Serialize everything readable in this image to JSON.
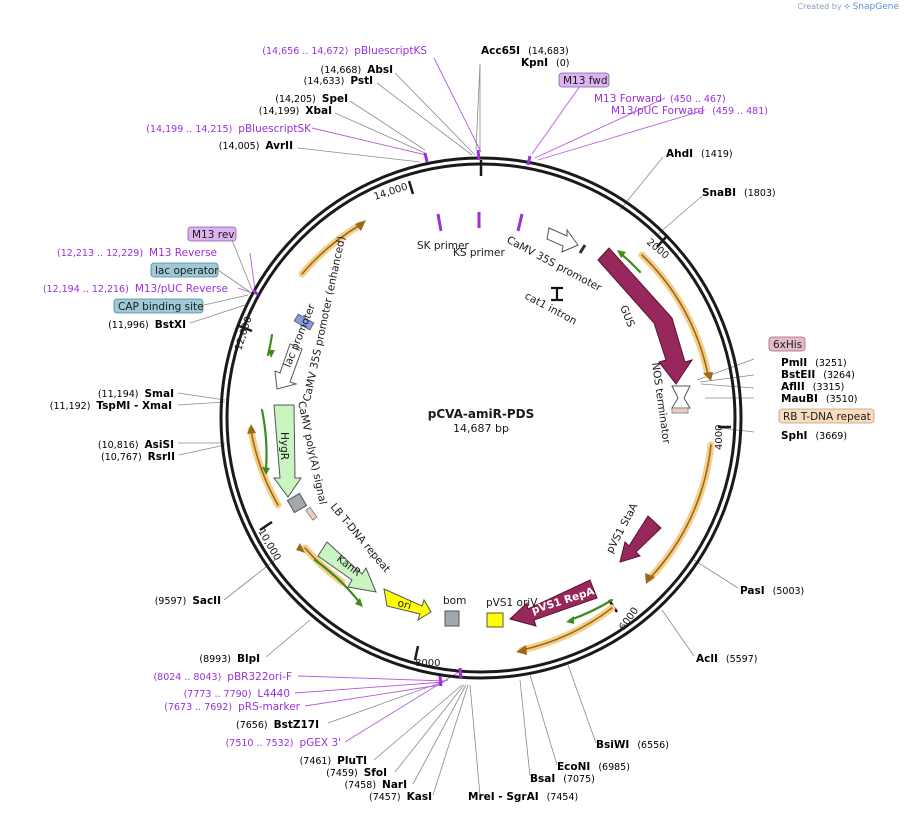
{
  "credit": {
    "prefix": "Created by",
    "brand": "SnapGene"
  },
  "plasmid": {
    "name": "pCVA-amiR-PDS",
    "length_label": "14,687 bp"
  },
  "ticks": [
    "2000",
    "4000",
    "6000",
    "8000",
    "10,000",
    "12,000",
    "14,000"
  ],
  "enzymes": [
    {
      "name": "Acc65I",
      "pos": "(14,683)"
    },
    {
      "name": "KpnI",
      "pos": "(0)"
    },
    {
      "name": "AbsI",
      "pos": "(14,668)"
    },
    {
      "name": "PstI",
      "pos": "(14,633)"
    },
    {
      "name": "SpeI",
      "pos": "(14,205)"
    },
    {
      "name": "XbaI",
      "pos": "(14,199)"
    },
    {
      "name": "AvrII",
      "pos": "(14,005)"
    },
    {
      "name": "AhdI",
      "pos": "(1419)"
    },
    {
      "name": "SnaBI",
      "pos": "(1803)"
    },
    {
      "name": "PmlI",
      "pos": "(3251)"
    },
    {
      "name": "BstEII",
      "pos": "(3264)"
    },
    {
      "name": "AflII",
      "pos": "(3315)"
    },
    {
      "name": "MauBI",
      "pos": "(3510)"
    },
    {
      "name": "SphI",
      "pos": "(3669)"
    },
    {
      "name": "PasI",
      "pos": "(5003)"
    },
    {
      "name": "AclI",
      "pos": "(5597)"
    },
    {
      "name": "BsiWI",
      "pos": "(6556)"
    },
    {
      "name": "EcoNI",
      "pos": "(6985)"
    },
    {
      "name": "BsaI",
      "pos": "(7075)"
    },
    {
      "name": "MreI - SgrAI",
      "pos": "(7454)"
    },
    {
      "name": "KasI",
      "pos": "(7457)"
    },
    {
      "name": "NarI",
      "pos": "(7458)"
    },
    {
      "name": "SfoI",
      "pos": "(7459)"
    },
    {
      "name": "PluTI",
      "pos": "(7461)"
    },
    {
      "name": "BstZ17I",
      "pos": "(7656)"
    },
    {
      "name": "BlpI",
      "pos": "(8993)"
    },
    {
      "name": "SacII",
      "pos": "(9597)"
    },
    {
      "name": "RsrII",
      "pos": "(10,767)"
    },
    {
      "name": "AsiSI",
      "pos": "(10,816)"
    },
    {
      "name": "SmaI",
      "pos": "(11,194)"
    },
    {
      "name": "TspMI - XmaI",
      "pos": "(11,192)"
    },
    {
      "name": "BstXI",
      "pos": "(11,996)"
    }
  ],
  "primers": [
    {
      "name": "pBluescriptKS",
      "range": "(14,656 .. 14,672)"
    },
    {
      "name": "M13 Forward",
      "range": "(450 .. 467)"
    },
    {
      "name": "M13/pUC Forward",
      "range": "(459 .. 481)"
    },
    {
      "name": "pBluescriptSK",
      "range": "(14,199 .. 14,215)"
    },
    {
      "name": "M13 Reverse",
      "range": "(12,213 .. 12,229)"
    },
    {
      "name": "M13/pUC Reverse",
      "range": "(12,194 .. 12,216)"
    },
    {
      "name": "pBR322ori-F",
      "range": "(8024 .. 8043)"
    },
    {
      "name": "L4440",
      "range": "(7773 .. 7790)"
    },
    {
      "name": "pRS-marker",
      "range": "(7673 .. 7692)"
    },
    {
      "name": "pGEX 3'",
      "range": "(7510 .. 7532)"
    }
  ],
  "boxed_labels": [
    {
      "name": "M13 fwd",
      "color": "#dcb4f0"
    },
    {
      "name": "M13 rev",
      "color": "#dcb4f0"
    },
    {
      "name": "lac operator",
      "color": "#9ec9d6"
    },
    {
      "name": "CAP binding site",
      "color": "#9ec9d6"
    },
    {
      "name": "6xHis",
      "color": "#e3bcc8"
    },
    {
      "name": "RB T-DNA repeat",
      "color": "#f8dcc0"
    }
  ],
  "features": [
    "SK primer",
    "KS primer",
    "CaMV 35S promoter",
    "cat1 intron",
    "GUS",
    "NOS terminator",
    "pVS1 StaA",
    "pVS1 RepA",
    "pVS1 oriV",
    "bom",
    "ori",
    "KanR",
    "LB T-DNA repeat",
    "HygR",
    "CaMV poly(A) signal",
    "CaMV 35S promoter (enhanced)",
    "lac promoter"
  ],
  "colors": {
    "backbone": "#1a1a1a",
    "primer": "#9b30d9",
    "orf_track": "#f5cf8a",
    "orf_arrow": "#9a6a1a",
    "orf_inner": "#3c8c1e",
    "gene": "#98285c",
    "marker": "#c8f5c0",
    "ori": "#ffff00",
    "terminator": "#a0a0a0"
  }
}
